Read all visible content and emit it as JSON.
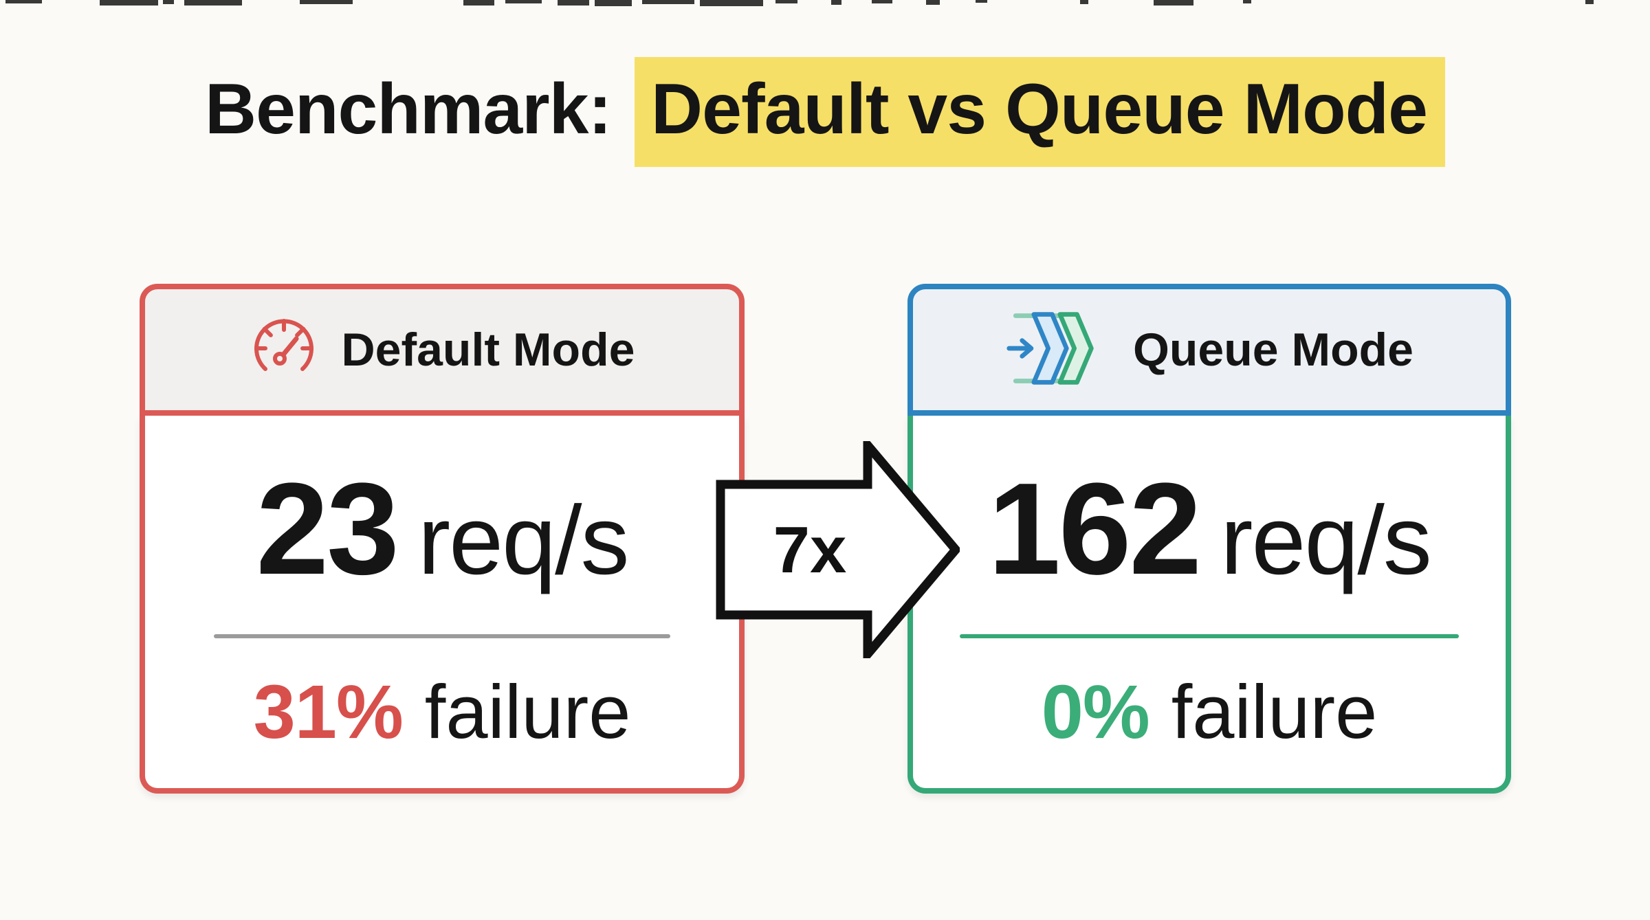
{
  "title": {
    "prefix": "Benchmark: ",
    "highlight": "Default vs Queue Mode"
  },
  "arrow": {
    "label": "7x"
  },
  "cards": [
    {
      "id": "default",
      "label": "Default Mode",
      "icon": "speedometer-icon",
      "value": "23",
      "unit": "req/s",
      "failure_value": "31%",
      "failure_label": "failure"
    },
    {
      "id": "queue",
      "label": "Queue Mode",
      "icon": "queue-chevrons-icon",
      "value": "162",
      "unit": "req/s",
      "failure_value": "0%",
      "failure_label": "failure"
    }
  ],
  "colors": {
    "page_bg": "#FBFAF7",
    "card_bg": "#FFFFFF",
    "ink": "#151515",
    "highlight_yellow": "#F6DF67",
    "accent_red": "#DC5A55",
    "accent_red_text": "#D7504C",
    "accent_blue": "#2D84C0",
    "accent_green": "#35A877",
    "accent_green_text": "#3BAD79",
    "divider_gray": "#9B9B9B",
    "header_gray_bg": "#F1F0EE",
    "header_blue_bg": "#EDF1F5",
    "icon_red": "#D9534F",
    "icon_blue": "#2F86C6",
    "icon_blue_fill": "#D9EAF8",
    "icon_green": "#35A877",
    "icon_green_fill": "#DDF2E5",
    "icon_rail": "#8CCDB4"
  }
}
